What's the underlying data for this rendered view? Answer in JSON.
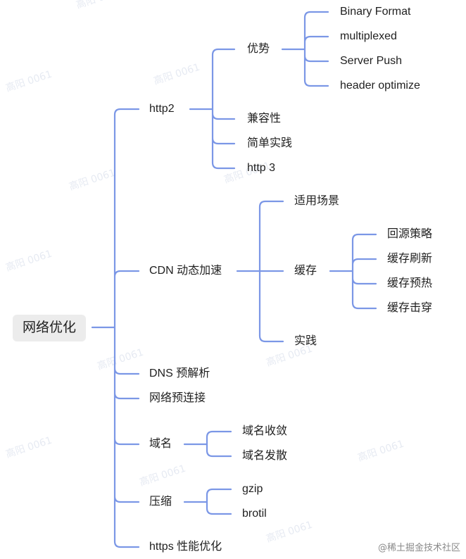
{
  "colors": {
    "line": "#7b97e6",
    "text": "#1f1f1f",
    "root_bg": "#ececec",
    "watermark": "#b9c4dc"
  },
  "credit": "@稀土掘金技术社区",
  "tree": {
    "root": "网络优化",
    "n_http2": "http2",
    "n_youshi": "优势",
    "n_binary": "Binary Format",
    "n_multiplexed": "multiplexed",
    "n_serverpush": "Server Push",
    "n_header": "header optimize",
    "n_jianrong": "兼容性",
    "n_jiandan": "简单实践",
    "n_http3": "http 3",
    "n_cdn": "CDN 动态加速",
    "n_shiyong": "适用场景",
    "n_huancun": "缓存",
    "n_huiyuan": "回源策略",
    "n_shuaxin": "缓存刷新",
    "n_yure": "缓存预热",
    "n_jichuan": "缓存击穿",
    "n_cdnshijian": "实践",
    "n_dns": "DNS 预解析",
    "n_yulianjie": "网络预连接",
    "n_yuming": "域名",
    "n_shoulian": "域名收敛",
    "n_fasan": "域名发散",
    "n_yasuo": "压缩",
    "n_gzip": "gzip",
    "n_brotil": "brotil",
    "n_https": "https 性能优化"
  }
}
